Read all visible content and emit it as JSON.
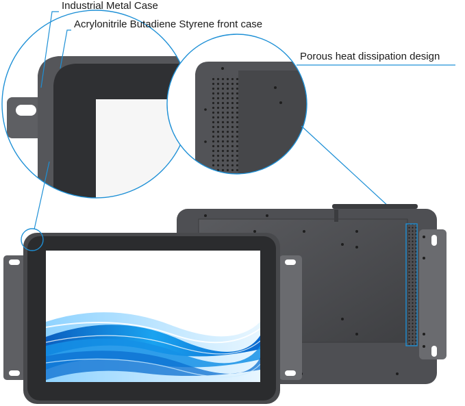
{
  "annotations": {
    "metal_case": "Industrial Metal Case",
    "abs_front": "Acrylonitrile Butadiene Styrene front case",
    "heat": "Porous heat dissipation design"
  },
  "colors": {
    "accent_line": "#1e90d6",
    "case_gray": "#4a4b4e",
    "bezel": "#2b2c2e",
    "screen_bg": "#ffffff",
    "wave_blue": "#0a7fd6"
  }
}
